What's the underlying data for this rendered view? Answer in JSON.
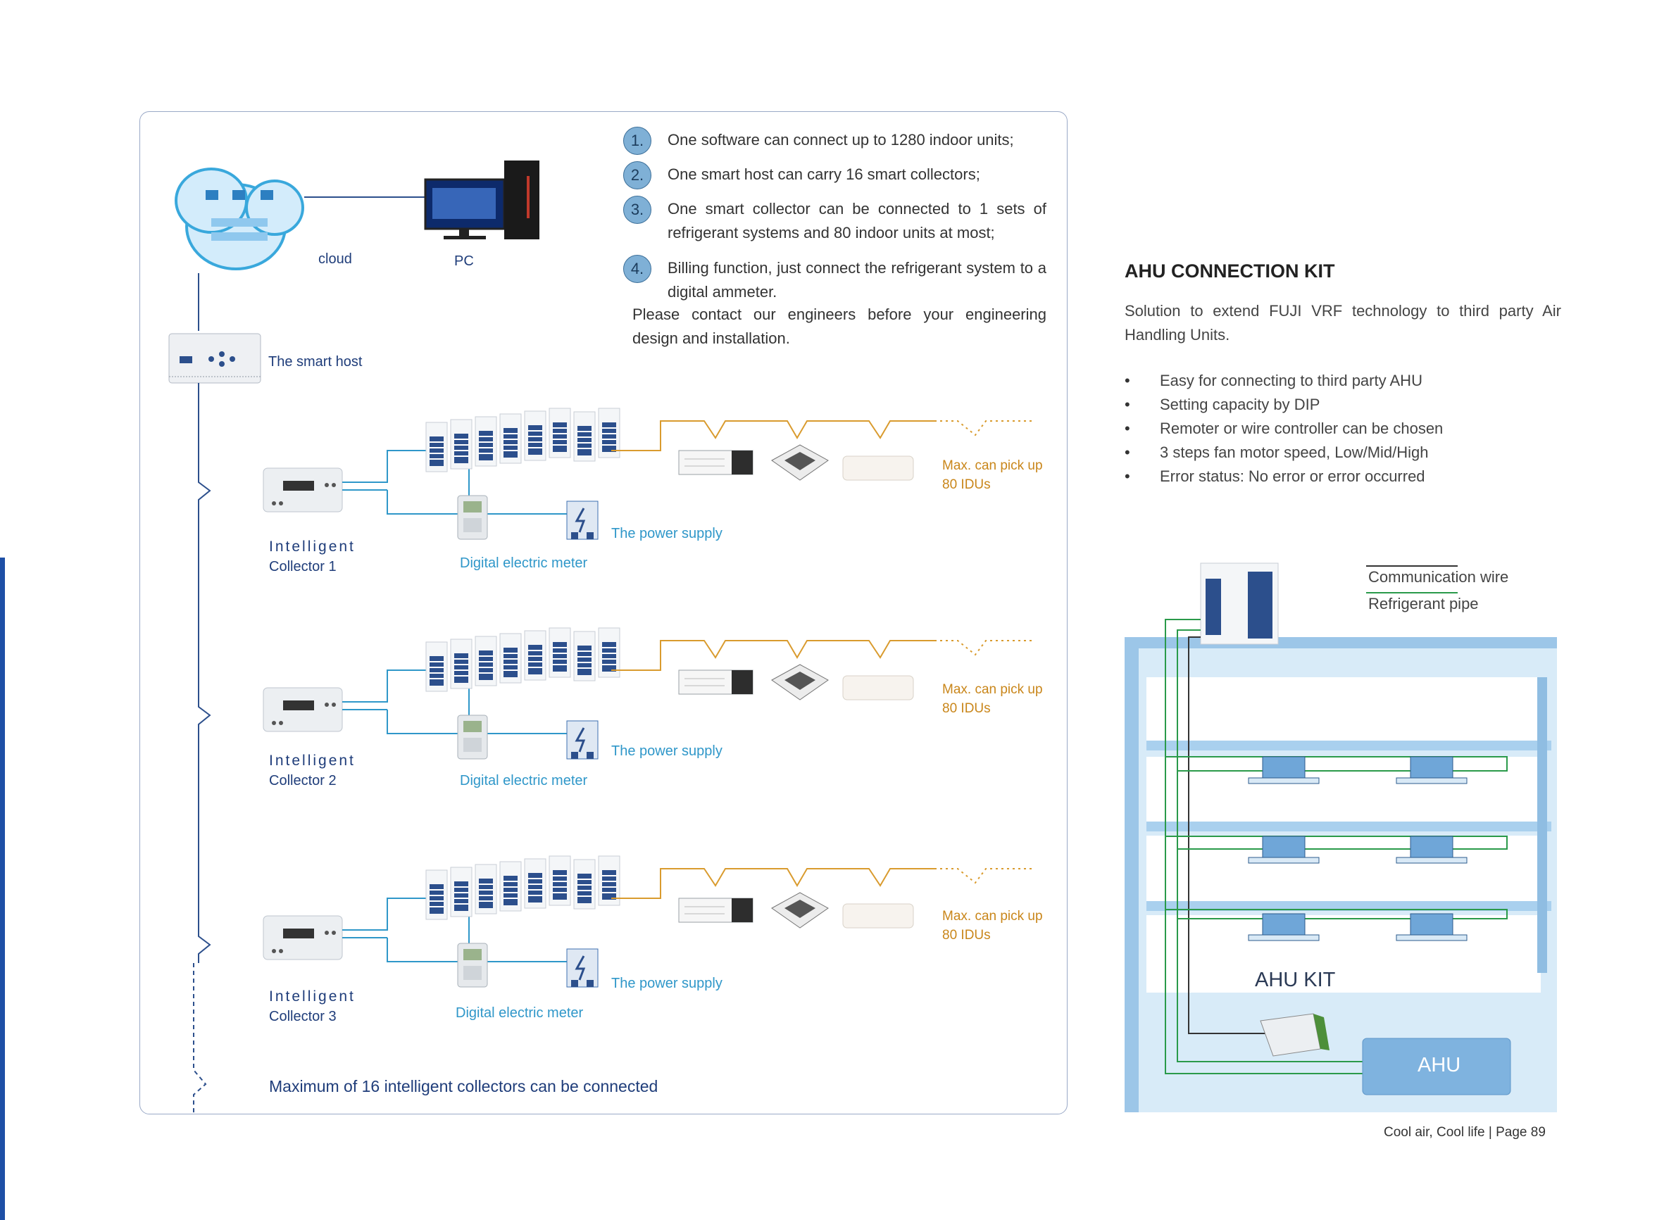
{
  "notes": [
    {
      "num": "1.",
      "text": "One software can connect up to 1280 indoor units;"
    },
    {
      "num": "2.",
      "text": "One smart host can carry 16 smart collectors;"
    },
    {
      "num": "3.",
      "text": "One smart collector can be connected to 1 sets of refrigerant systems and 80 indoor units at most;"
    },
    {
      "num": "4.",
      "text": "Billing function, just connect the refrigerant system to a digital ammeter."
    }
  ],
  "notes_footer": "Please contact our engineers before your engineering design and installation.",
  "diagram": {
    "cloud_label": "cloud",
    "pc_label": "PC",
    "smart_host_label": "The smart host",
    "power_supply_label": "The power supply",
    "meter_label": "Digital electric meter",
    "max_pick": [
      "Max. can pick up",
      "80 IDUs"
    ],
    "collector_title": "Intelligent",
    "collectors": [
      "Collector 1",
      "Collector 2",
      "Collector 3"
    ],
    "max_collectors_note": "Maximum of 16 intelligent collectors can be connected",
    "colors": {
      "navy": "#1f3d7a",
      "cyan": "#2f97c9",
      "orange": "#c9861a",
      "frame": "#9aa9c7"
    }
  },
  "ahu": {
    "heading": "AHU CONNECTION KIT",
    "description": "Solution to extend FUJI VRF technology to third party Air Handling Units.",
    "features": [
      "Easy for connecting to third party AHU",
      "Setting capacity by DIP",
      "Remoter or wire controller can be chosen",
      "3 steps fan motor speed, Low/Mid/High",
      "Error status: No error or error occurred"
    ],
    "legend_comm": "Communication wire",
    "legend_pipe": "Refrigerant pipe",
    "kit_label": "AHU KIT",
    "ahu_label": "AHU",
    "colors": {
      "building": "#bcdcf2",
      "pipe": "#2a9a4a",
      "wire": "#333333"
    }
  },
  "footer": {
    "text": "Cool air, Cool life |",
    "page_label": "Page",
    "page_number": "89"
  }
}
